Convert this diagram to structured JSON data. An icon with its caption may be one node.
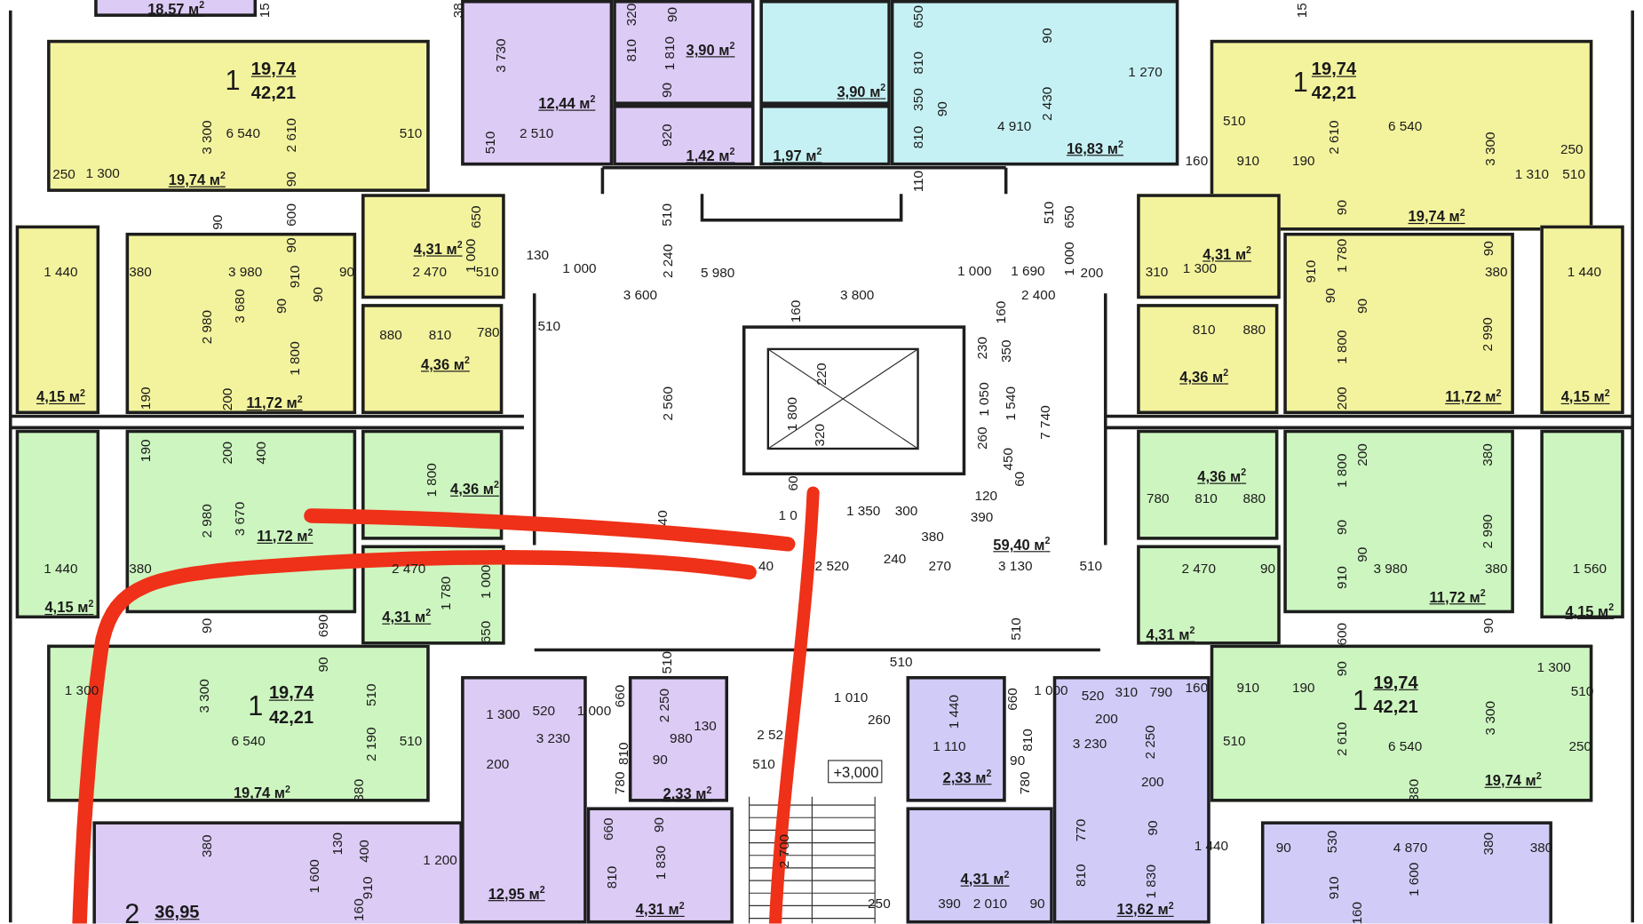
{
  "diagram": {
    "nodes": [
      {
        "text": [
          "18,57 м$^{2}$"
        ]
      },
      {
        "text": [
          "12,44 м$^{2}$"
        ]
      },
      {
        "text": [
          "3,90 м$^{2}$"
        ]
      },
      {
        "text": [
          "1,42 м$^{2}$"
        ]
      },
      {
        "text": [
          "3,90 м$^{2}$"
        ]
      },
      {
        "text": [
          "1,97 м$^{2}$"
        ]
      },
      {
        "text": [
          "16,83 м$^{2}$"
        ]
      },
      {
        "text": [
          "19,74 м$^{2}$"
        ]
      },
      {
        "text": [
          "4,31 м$^{2}$"
        ]
      },
      {
        "text": [
          "4,15 м$^{2}$"
        ]
      },
      {
        "text": [
          "11,72 м$^{2}$"
        ]
      },
      {
        "text": [
          "4,36 м$^{2}$"
        ]
      },
      {
        "text": [
          "19,74 м$^{2}$"
        ]
      },
      {
        "text": [
          "4,31 м$^{2}$"
        ]
      },
      {
        "text": [
          "4,36 м$^{2}$"
        ]
      },
      {
        "text": [
          "11,72 м$^{2}$"
        ]
      },
      {
        "text": [
          "4,15 м$^{2}$"
        ]
      },
      {
        "text": [
          "59,40 м$^{2}$"
        ]
      },
      {
        "text": [
          "4,15 м$^{2}$"
        ]
      },
      {
        "text": [
          "11,72 м$^{2}$"
        ]
      },
      {
        "text": [
          "4,36 м$^{2}$"
        ]
      },
      {
        "text": [
          "4,31 м$^{2}$"
        ]
      },
      {
        "text": [
          "19,74 м$^{2}$"
        ]
      },
      {
        "text": [
          "4,36 м$^{2}$"
        ]
      },
      {
        "text": [
          "11,72 м$^{2}$"
        ]
      },
      {
        "text": [
          "4,15 м$^{2}$"
        ]
      },
      {
        "text": [
          "4,31 м$^{2}$"
        ]
      },
      {
        "text": [
          "19,74 м$^{2}$"
        ]
      },
      {
        "text": [
          "2,33 м$^{2}$"
        ]
      },
      {
        "text": [
          "12,95 м$^{2}$"
        ]
      },
      {
        "text": [
          "4,31 м$^{2}$"
        ]
      },
      {
        "text": [
          "2,33 м$^{2}$"
        ]
      },
      {
        "text": [
          "4,31 м$^{2}$"
        ]
      },
      {
        "text": [
          "13,62 м$^{2}$"
        ]
      },
      {
        "text": [
          "+3,000"
        ]
      }
    ],
    "labels": [
      "15",
      "38",
      "1",
      "19,74",
      "42,21",
      "3 730",
      "3 300",
      "6 540",
      "2 610",
      "510",
      "510",
      "2 510",
      "250",
      "1 300",
      "90",
      "90",
      "600",
      "650",
      "90",
      "1 440",
      "380",
      "3 980",
      "910",
      "90",
      "2 470",
      "1 000",
      "510",
      "90",
      "90",
      "2 980",
      "3 680",
      "1 800",
      "880",
      "810",
      "780",
      "190",
      "200",
      "190",
      "200",
      "400",
      "320",
      "90",
      "810",
      "1 810",
      "90",
      "920",
      "650",
      "810",
      "350",
      "90",
      "810",
      "110",
      "90",
      "2 430",
      "4 910",
      "130",
      "1 000",
      "510",
      "2 240",
      "5 980",
      "1 000",
      "1 690",
      "510",
      "650",
      "1 000",
      "200",
      "3 600",
      "3 800",
      "2 400",
      "510",
      "160",
      "160",
      "230",
      "350",
      "220",
      "1 800",
      "320",
      "1 050",
      "1 540",
      "7 740",
      "260",
      "2 560",
      "15",
      "1 270",
      "1",
      "19,74",
      "42,21",
      "510",
      "2 610",
      "6 540",
      "3 300",
      "250",
      "160",
      "910",
      "190",
      "1 310",
      "510",
      "90",
      "910",
      "1 780",
      "90",
      "310",
      "1 300",
      "380",
      "1 440",
      "90",
      "90",
      "810",
      "880",
      "1 800",
      "2 990",
      "200",
      "200",
      "380",
      "1 800",
      "2 980",
      "3 670",
      "1 440",
      "380",
      "2 470",
      "1 780",
      "1 000",
      "650",
      "90",
      "690",
      "90",
      "1 300",
      "1",
      "19,74",
      "42,21",
      "3 300",
      "510",
      "6 540",
      "2 190",
      "510",
      "380",
      "60",
      "450",
      "60",
      "120",
      "1 0",
      "1 350",
      "300",
      "390",
      "380",
      "40",
      "40",
      "2 520",
      "240",
      "270",
      "3 130",
      "510",
      "510",
      "510",
      "510",
      "1 800",
      "780",
      "810",
      "880",
      "90",
      "2 990",
      "90",
      "2 470",
      "90",
      "910",
      "3 980",
      "380",
      "1 560",
      "600",
      "90",
      "90",
      "1 300",
      "160",
      "910",
      "190",
      "1",
      "19,74",
      "42,21",
      "510",
      "510",
      "2 610",
      "6 540",
      "3 300",
      "250",
      "380",
      "1 300",
      "520",
      "1 000",
      "660",
      "2 250",
      "130",
      "3 230",
      "980",
      "200",
      "810",
      "90",
      "2 52",
      "510",
      "1 010",
      "260",
      "660",
      "1 000",
      "520",
      "310",
      "790",
      "200",
      "1 440",
      "1 110",
      "810",
      "3 230",
      "2 250",
      "90",
      "200",
      "780",
      "780",
      "380",
      "130",
      "400",
      "1 200",
      "1 600",
      "910",
      "2",
      "36,95",
      "160",
      "660",
      "90",
      "1 830",
      "810",
      "2 700",
      "250",
      "770",
      "810",
      "390",
      "2 010",
      "90",
      "90",
      "1 440",
      "90",
      "530",
      "4 870",
      "380",
      "380",
      "1 830",
      "910",
      "1 600",
      "160"
    ]
  }
}
